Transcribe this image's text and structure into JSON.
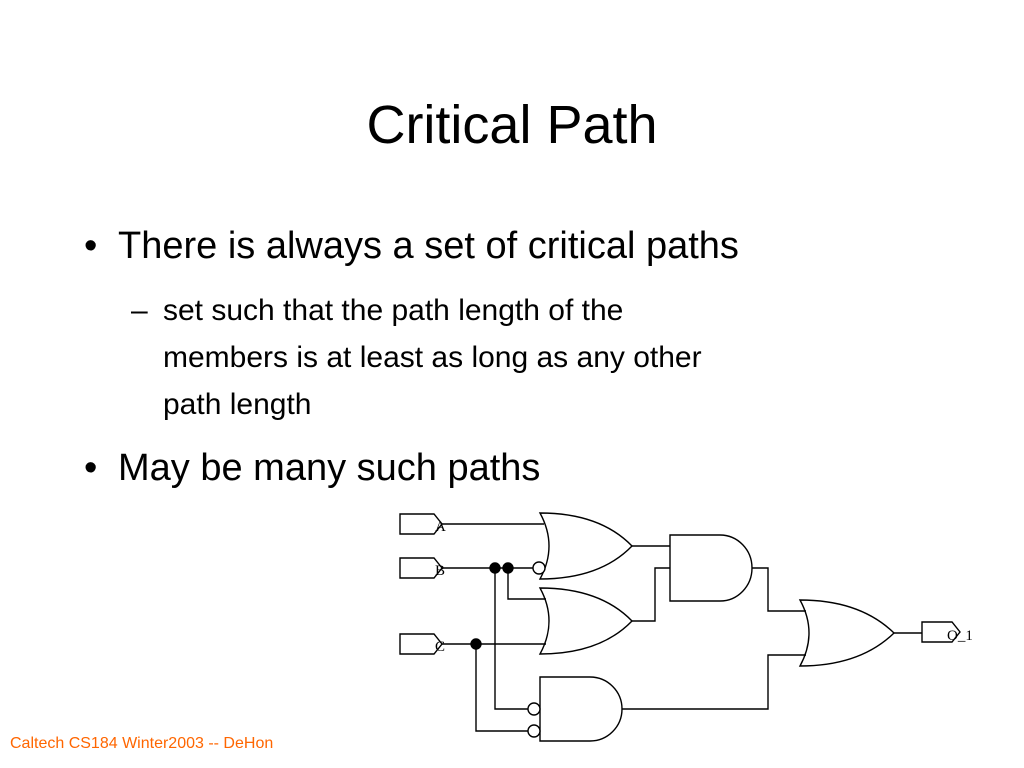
{
  "slide": {
    "title": "Critical Path",
    "bullets": [
      {
        "text": "There is always a set of critical paths",
        "sub": [
          {
            "lines": [
              "set such that the path length of the",
              "members is at least as long as any other",
              "path length"
            ]
          }
        ]
      },
      {
        "text": "May be many such paths"
      }
    ],
    "bullet_glyph": "•",
    "dash_glyph": "–",
    "footer": "Caltech CS184 Winter2003 -- DeHon"
  },
  "circuit": {
    "inputs": [
      "A",
      "B",
      "C"
    ],
    "output": "O_1",
    "gates": [
      {
        "id": "or-1",
        "type": "OR",
        "inverted_inputs": [
          "B"
        ]
      },
      {
        "id": "or-2",
        "type": "OR"
      },
      {
        "id": "and-1",
        "type": "AND"
      },
      {
        "id": "and-2",
        "type": "AND",
        "inverted_inputs": [
          "B",
          "C"
        ]
      },
      {
        "id": "or-out",
        "type": "OR"
      }
    ]
  },
  "colors": {
    "footer": "#ff6600",
    "text": "#000000",
    "background": "#ffffff"
  }
}
